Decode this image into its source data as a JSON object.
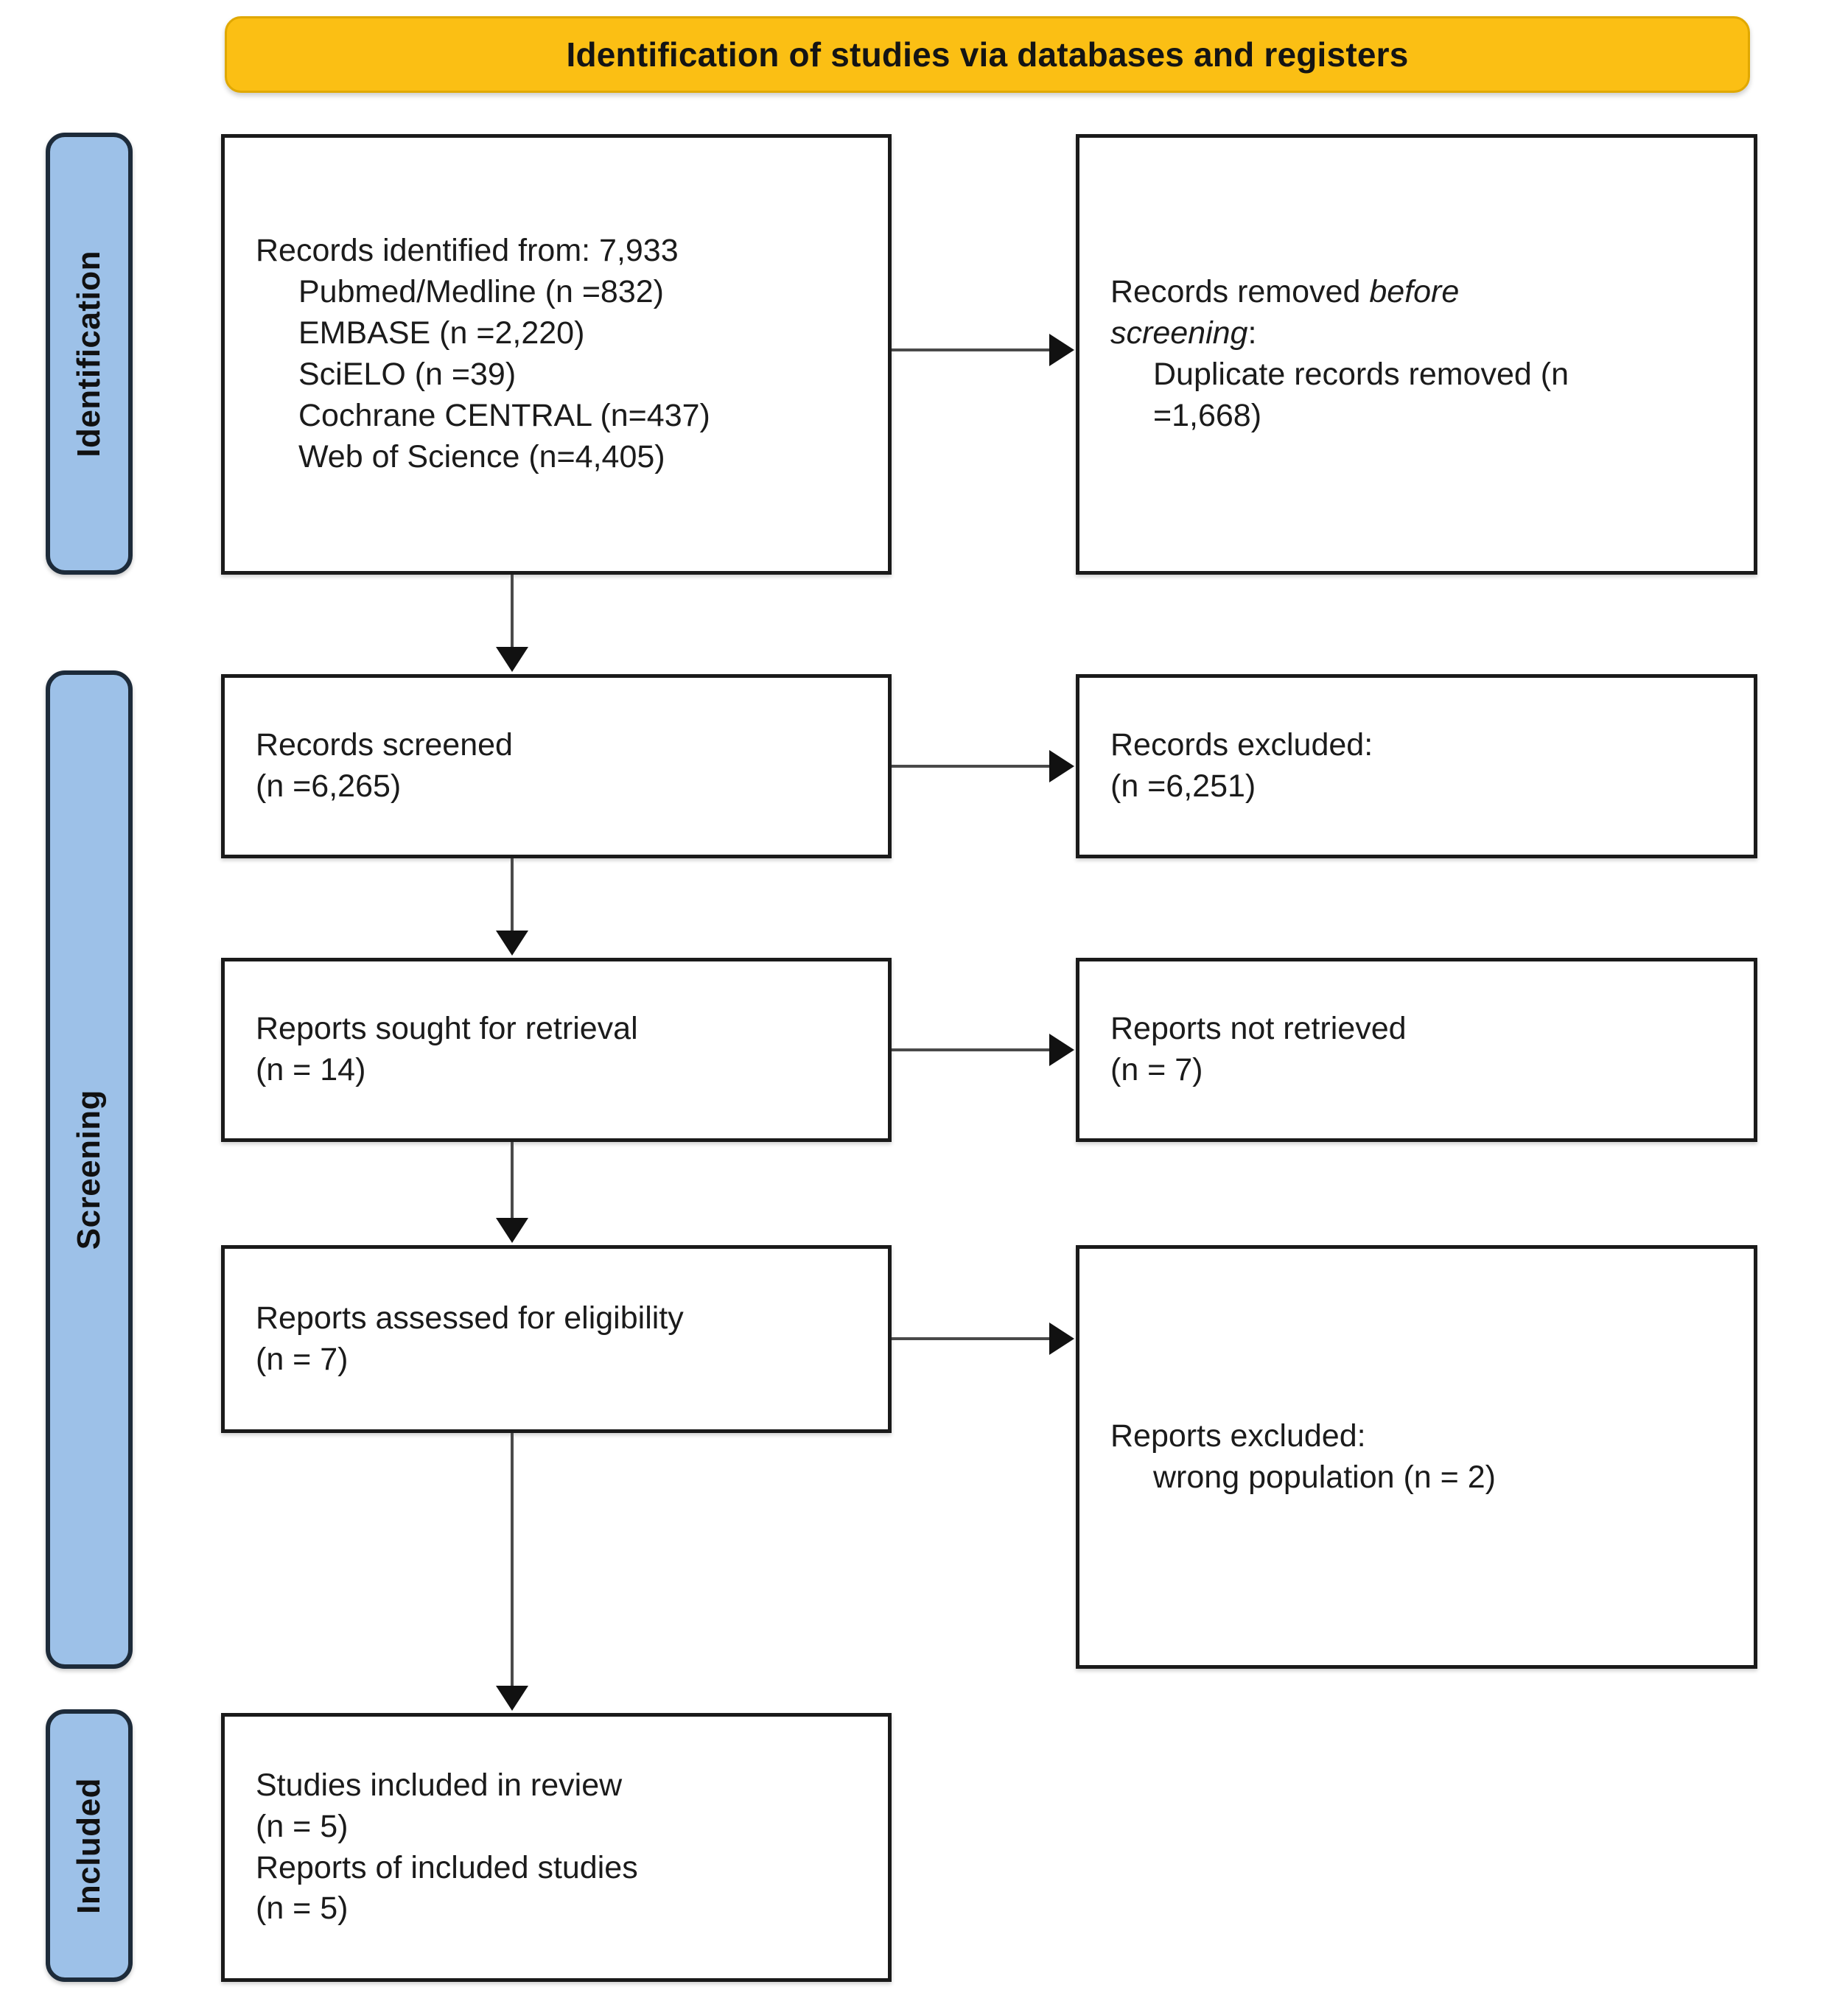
{
  "banner": {
    "title": "Identification of studies via databases and registers"
  },
  "stages": [
    {
      "label": "Identification"
    },
    {
      "label": "Screening"
    },
    {
      "label": "Included"
    }
  ],
  "boxes": {
    "identified": {
      "l0": "Records identified from: 7,933",
      "l1": "Pubmed/Medline (n =832)",
      "l2": "EMBASE (n =2,220)",
      "l3": "SciELO (n =39)",
      "l4": "Cochrane CENTRAL (n=437)",
      "l5": "Web of Science (n=4,405)"
    },
    "removed": {
      "l0a": "Records removed ",
      "l0b": "before",
      "l1a": "screening",
      "l1b": ":",
      "l2": "Duplicate records removed (n",
      "l3": "=1,668)"
    },
    "screened": {
      "l0": "Records screened",
      "l1": "(n =6,265)"
    },
    "records_excluded": {
      "l0": "Records excluded:",
      "l1": "(n =6,251)"
    },
    "sought": {
      "l0": "Reports sought for retrieval",
      "l1": "(n = 14)"
    },
    "not_retrieved": {
      "l0": "Reports not retrieved",
      "l1": "(n = 7)"
    },
    "assessed": {
      "l0": "Reports assessed for eligibility",
      "l1": "(n = 7)"
    },
    "reports_excluded": {
      "l0": "Reports excluded:",
      "l1": "wrong population (n = 2)"
    },
    "included": {
      "l0": "Studies included in review",
      "l1": "(n = 5)",
      "l2": "Reports of included studies",
      "l3": "(n = 5)"
    }
  },
  "colors": {
    "banner_fill": "#fbbf14",
    "stage_fill": "#9dc1e8",
    "box_border": "#1a1a1a",
    "arrow": "#4a4a4a"
  }
}
